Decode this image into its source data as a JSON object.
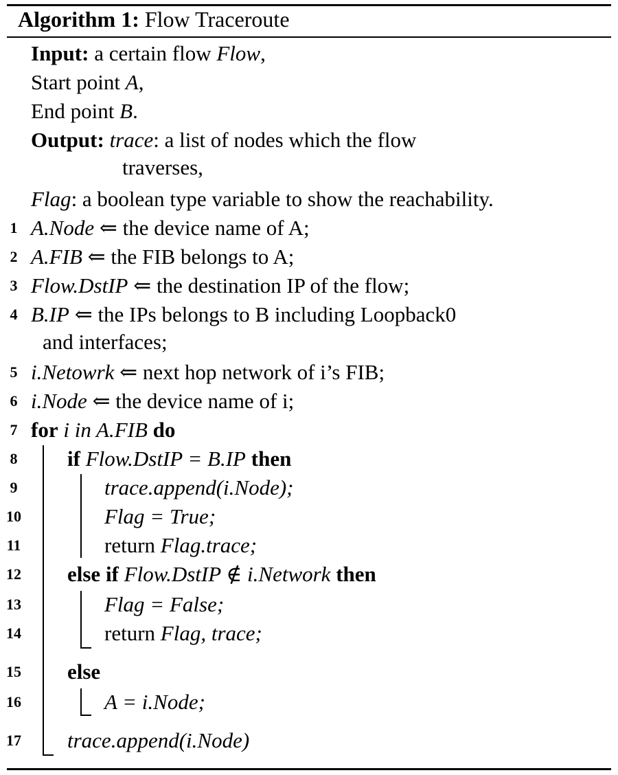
{
  "header": {
    "label": "Algorithm 1:",
    "title": "Flow Traceroute"
  },
  "io": {
    "input_kw": "Input:",
    "input_line1_a": "a certain flow ",
    "input_line1_var": "Flow",
    "input_line1_b": ",",
    "input_line2_a": "Start point ",
    "input_line2_var": "A",
    "input_line2_b": ",",
    "input_line3_a": "End point ",
    "input_line3_var": "B",
    "input_line3_b": ".",
    "output_kw": "Output:",
    "output_var": "trace",
    "output_text1": ": a list of nodes which the flow",
    "output_text2": "traverses,",
    "flag_var": "Flag",
    "flag_text": ": a boolean type variable to show the reachability."
  },
  "lines": [
    {
      "num": "1",
      "var": "A.Node",
      "arrow": " ⇐ ",
      "text": "the device name of A;"
    },
    {
      "num": "2",
      "var": "A.FIB",
      "arrow": " ⇐ ",
      "text": "the FIB belongs to A;"
    },
    {
      "num": "3",
      "var": "Flow.DstIP",
      "arrow": " ⇐ ",
      "text": "the destination IP of the flow;"
    },
    {
      "num": "4",
      "var": "B.IP",
      "arrow": " ⇐ ",
      "text": "the IPs belongs to B including Loopback0",
      "cont": "and interfaces;"
    },
    {
      "num": "5",
      "var": "i.Netowrk",
      "arrow": " ⇐ ",
      "text": "next hop network of i’s FIB;"
    },
    {
      "num": "6",
      "var": "i.Node",
      "arrow": " ⇐ ",
      "text": "the device name of i;"
    },
    {
      "num": "7",
      "kw1": "for",
      "expr": "i in A.FIB",
      "kw2": "do"
    },
    {
      "num": "8",
      "kw1": "if",
      "expr": "Flow.DstIP = B.IP",
      "kw2": "then"
    },
    {
      "num": "9",
      "expr": "trace.append(i.Node);"
    },
    {
      "num": "10",
      "expr": "Flag = True;"
    },
    {
      "num": "11",
      "plain": "return ",
      "expr": "Flag.trace;"
    },
    {
      "num": "12",
      "kw1": "else if",
      "expr": "Flow.DstIP ∉ i.Network",
      "kw2": "then"
    },
    {
      "num": "13",
      "expr": "Flag = False;"
    },
    {
      "num": "14",
      "plain": "return ",
      "expr": "Flag, trace;"
    },
    {
      "num": "15",
      "kw1": "else"
    },
    {
      "num": "16",
      "expr": "A = i.Node;"
    },
    {
      "num": "17",
      "expr": "trace.append(i.Node)"
    }
  ]
}
